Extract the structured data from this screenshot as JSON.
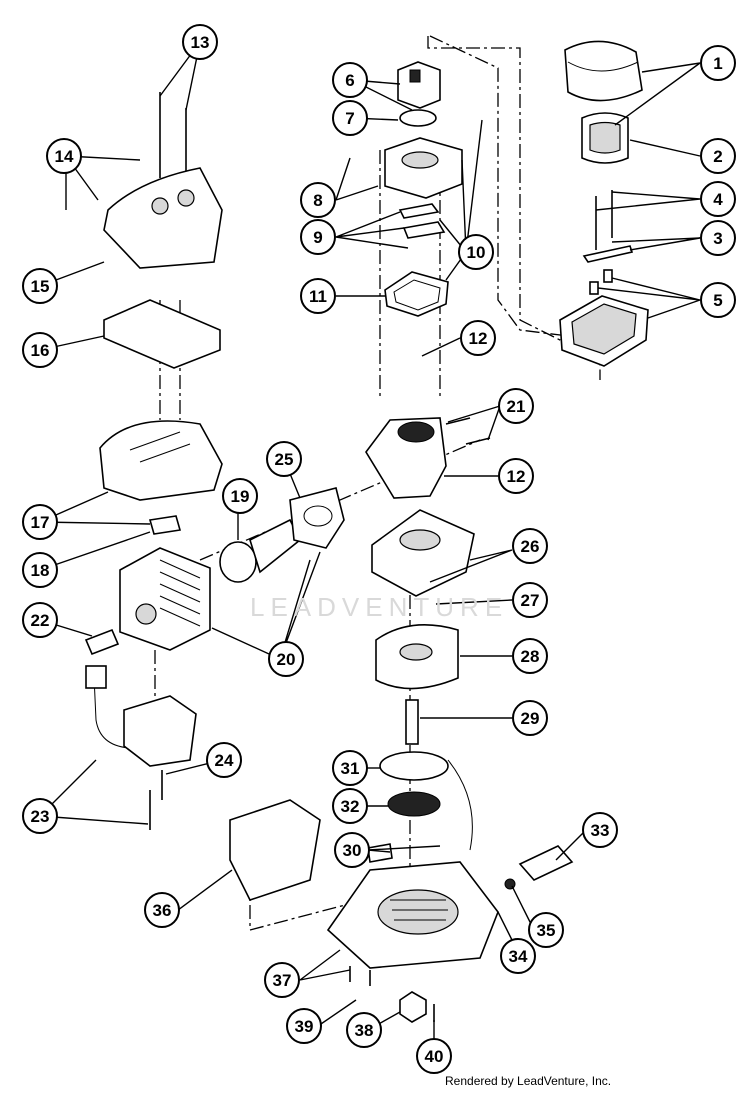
{
  "watermark": "LEADVENTURE",
  "credit": "Rendered by LeadVenture, Inc.",
  "callouts": [
    "1",
    "2",
    "3",
    "4",
    "5",
    "6",
    "7",
    "8",
    "9",
    "10",
    "11",
    "12",
    "12",
    "13",
    "14",
    "15",
    "16",
    "17",
    "18",
    "19",
    "20",
    "21",
    "22",
    "23",
    "24",
    "25",
    "26",
    "27",
    "28",
    "29",
    "30",
    "31",
    "32",
    "33",
    "34",
    "35",
    "36",
    "37",
    "38",
    "39",
    "40"
  ]
}
